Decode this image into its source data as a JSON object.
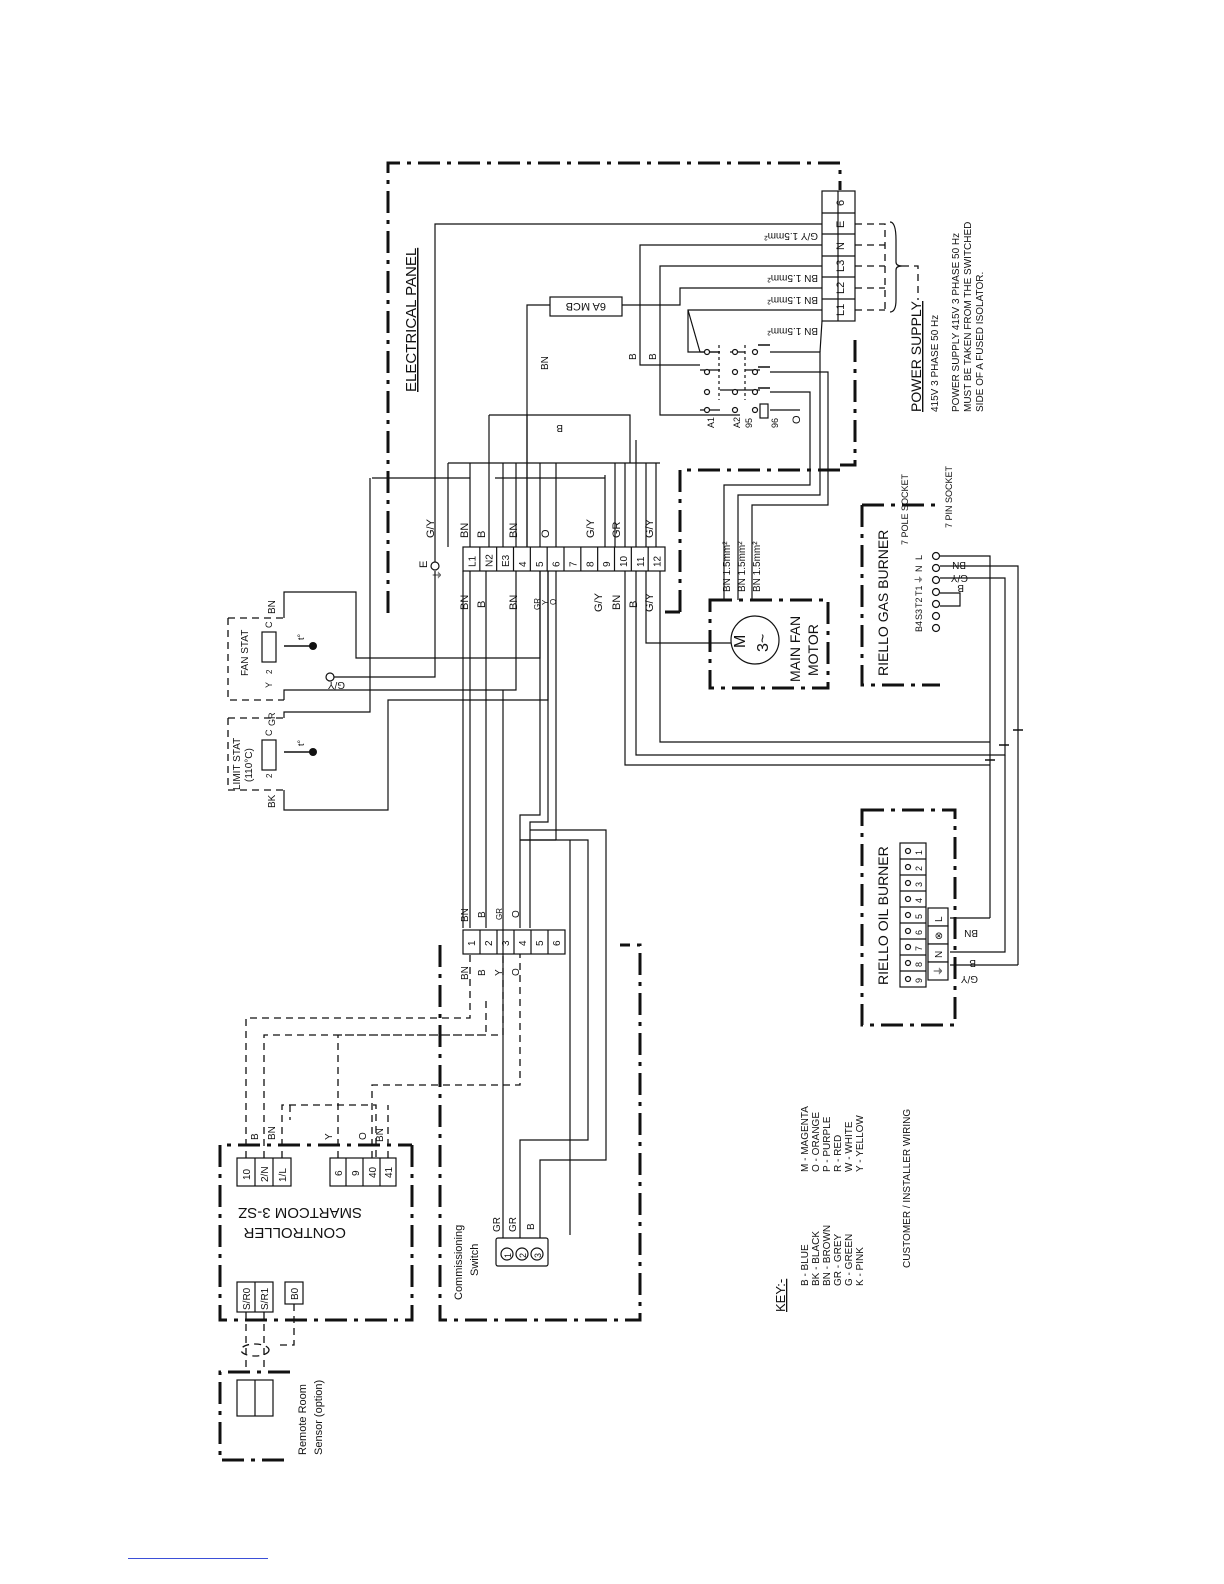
{
  "panel": {
    "title": "ELECTRICAL PANEL",
    "mcb": "6A MCB",
    "earth": "E"
  },
  "supply_terminals": [
    "L1",
    "L2",
    "L3",
    "N",
    "E",
    "6"
  ],
  "supply_wires": [
    {
      "colour": "BN",
      "size": "1.5mm²"
    },
    {
      "colour": "BN",
      "size": "1.5mm²"
    },
    {
      "colour": "BN",
      "size": "1.5mm²"
    },
    {
      "colour": "G/Y",
      "size": "1.5mm²"
    }
  ],
  "power_supply": {
    "title": "POWER SUPPLY",
    "line1": "415V 3 PHASE 50 Hz",
    "note1": "POWER SUPPLY 415V 3 PHASE 50 Hz",
    "note2": "MUST BE TAKEN FROM THE SWITCHED",
    "note3": "SIDE OF A FUSED ISOLATOR."
  },
  "contactor": {
    "labels": [
      "A1",
      "A2",
      "95",
      "96"
    ],
    "wire_o": "O"
  },
  "main_terminals": [
    "L1",
    "N2",
    "E3",
    "4",
    "5",
    "6",
    "7",
    "8",
    "9",
    "10",
    "11",
    "12"
  ],
  "main_wires_top": [
    "G/Y",
    "BN",
    "B",
    "BN",
    "O",
    "G/Y",
    "GR",
    "G/Y"
  ],
  "main_wires_bottom": [
    "BN",
    "B",
    "BN",
    "GR",
    "Y",
    "O",
    "G/Y",
    "BN",
    "B",
    "G/Y"
  ],
  "wire_labels": {
    "bn": "BN",
    "b": "B",
    "gy": "G/Y"
  },
  "fan_motor": {
    "title_line1": "MAIN FAN",
    "title_line2": "MOTOR",
    "symbol": "M",
    "phase": "3~",
    "wires": [
      {
        "colour": "BN",
        "size": "1.5mm²"
      },
      {
        "colour": "BN",
        "size": "1.5mm²"
      },
      {
        "colour": "BN",
        "size": "1.5mm²"
      }
    ]
  },
  "fan_stat": {
    "title": "FAN STAT",
    "c": "C",
    "y": "Y",
    "two": "2",
    "wire_bn": "BN",
    "wire_gy": "G/Y",
    "t": "t°"
  },
  "limit_stat": {
    "title_line1": "LIMIT STAT",
    "title_line2": "(110°C)",
    "c": "C",
    "gr": "GR",
    "two": "2",
    "wire_bk": "BK",
    "t": "t°"
  },
  "gas_burner": {
    "title": "RIELLO GAS BURNER",
    "plug": "7 POLE SOCKET",
    "socket": "7 PIN SOCKET",
    "pins": [
      "L",
      "N",
      "⏚",
      "T1",
      "T2",
      "S3",
      "B4"
    ],
    "wires": [
      "BN",
      "G/Y",
      "B"
    ]
  },
  "oil_burner": {
    "title": "RIELLO OIL BURNER",
    "top_row": [
      "1",
      "2",
      "3",
      "4",
      "5",
      "6",
      "7",
      "8",
      "9"
    ],
    "bottom_row": [
      "⏚",
      "N",
      "⊗",
      "L"
    ],
    "wires": [
      "G/Y",
      "B",
      "BN"
    ]
  },
  "aux_terminals": [
    "1",
    "2",
    "3",
    "4",
    "5",
    "6"
  ],
  "aux_wires_top": [
    "BN",
    "B",
    "GR",
    "O"
  ],
  "aux_wires_bottom": [
    "BN",
    "B",
    "Y",
    "O"
  ],
  "controller": {
    "title_line1": "SMARTCOM 3-SZ",
    "title_line2": "CONTROLLER",
    "block1": [
      "10",
      "2/N",
      "1/L"
    ],
    "block2": [
      "6",
      "9",
      "40",
      "41"
    ],
    "sensor_terms": [
      "S/R0",
      "S/R1",
      "B0"
    ],
    "block1_wires": [
      "B",
      "BN"
    ],
    "block2_wires": [
      "Y",
      "O",
      "BN"
    ]
  },
  "commissioning": {
    "title_line1": "Commissioning",
    "title_line2": "Switch",
    "pins": [
      "1",
      "2",
      "3"
    ],
    "wires": [
      "GR",
      "GR",
      "B"
    ]
  },
  "sensor": {
    "title_line1": "Remote Room",
    "title_line2": "Sensor (option)"
  },
  "key": {
    "title": "KEY:-",
    "left": [
      "B  - BLUE",
      "BK - BLACK",
      "BN - BROWN",
      "GR - GREY",
      "G  - GREEN",
      "K  - PINK"
    ],
    "right": [
      "M - MAGENTA",
      "O - ORANGE",
      "P - PURPLE",
      "R - RED",
      "W - WHITE",
      "Y - YELLOW"
    ],
    "footer": "CUSTOMER / INSTALLER WIRING"
  }
}
